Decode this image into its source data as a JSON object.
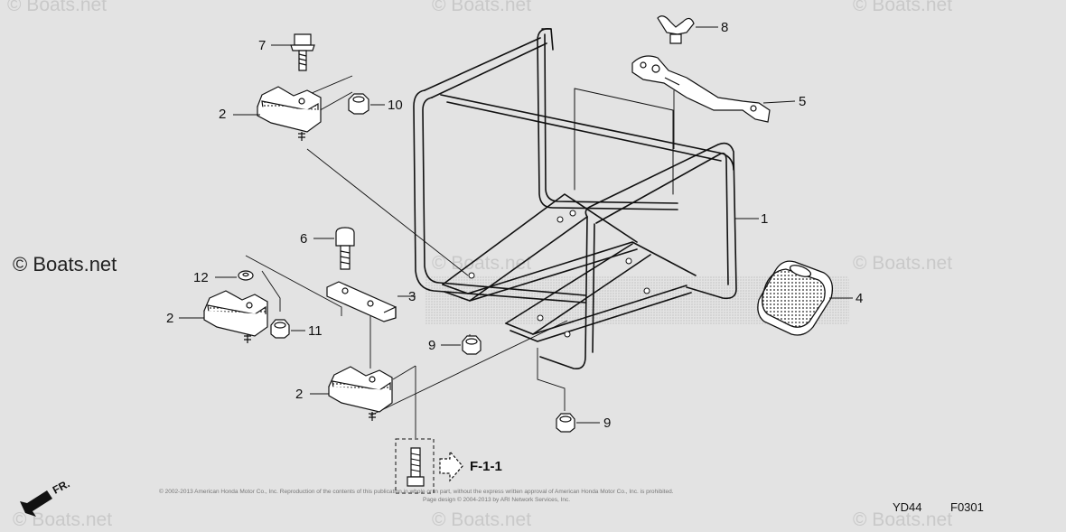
{
  "watermarks": {
    "text": "© Boats.net",
    "primary": "© Boats.net"
  },
  "callouts": {
    "c1": "1",
    "c2a": "2",
    "c2b": "2",
    "c2c": "2",
    "c3": "3",
    "c4": "4",
    "c5": "5",
    "c6": "6",
    "c7": "7",
    "c8": "8",
    "c9a": "9",
    "c9b": "9",
    "c10": "10",
    "c11": "11",
    "c12": "12"
  },
  "reference": {
    "label": "F-1-1"
  },
  "direction": {
    "label": "FR."
  },
  "footer": {
    "copyright_line1": "© 2002-2013 American Honda Motor Co., Inc. Reproduction of the contents of this publication in whole or in part, without the express written approval of American Honda Motor Co., Inc. is prohibited.",
    "copyright_line2": "Page design © 2004-2013 by ARI Network Services, Inc.",
    "code_left": "YD44",
    "code_right": "F0301"
  },
  "colors": {
    "background": "#e3e3e3",
    "ink": "#111111",
    "watermark": "#c9c9c9"
  }
}
